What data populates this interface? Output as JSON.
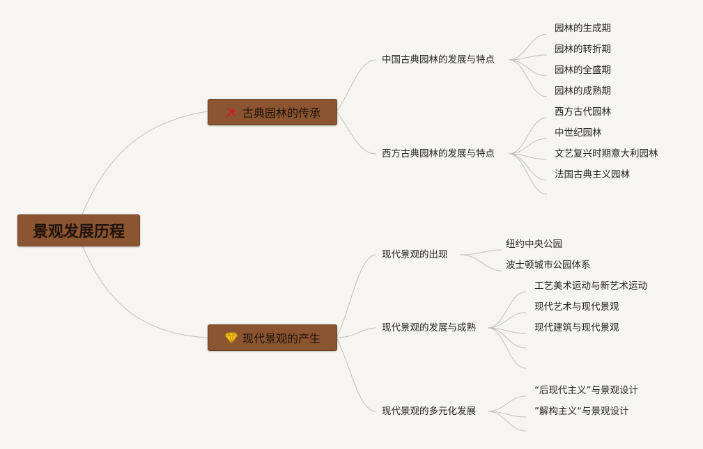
{
  "root": "景观发展历程",
  "branches": [
    {
      "label": "古典园林的传承",
      "icon": "tools-icon",
      "children": [
        {
          "label": "中国古典园林的发展与特点",
          "children": [
            "园林的生成期",
            "园林的转折期",
            "园林的全盛期",
            "园林的成熟期"
          ]
        },
        {
          "label": "西方古典园林的发展与特点",
          "children": [
            "西方古代园林",
            "中世纪园林",
            "文艺复兴时期意大利园林",
            "法国古典主义园林",
            ""
          ]
        }
      ]
    },
    {
      "label": "现代景观的产生",
      "icon": "diamond-icon",
      "children": [
        {
          "label": "现代景观的出现",
          "children": [
            "纽约中央公园",
            "波士顿城市公园体系"
          ]
        },
        {
          "label": "现代景观的发展与成熟",
          "children": [
            "工艺美术运动与新艺术运动",
            "现代艺术与现代景观",
            "现代建筑与现代景观",
            "",
            ""
          ]
        },
        {
          "label": "现代景观的多元化发展",
          "children": [
            "“后现代主义”与景观设计",
            "”解构主义“与景观设计",
            ""
          ]
        }
      ]
    }
  ],
  "colors": {
    "node_fill": "#8a5530",
    "line": "#bdbab5",
    "background": "#f6f5f2",
    "tools_icon": "#c8202a",
    "diamond_icon": "#f3c21b"
  }
}
